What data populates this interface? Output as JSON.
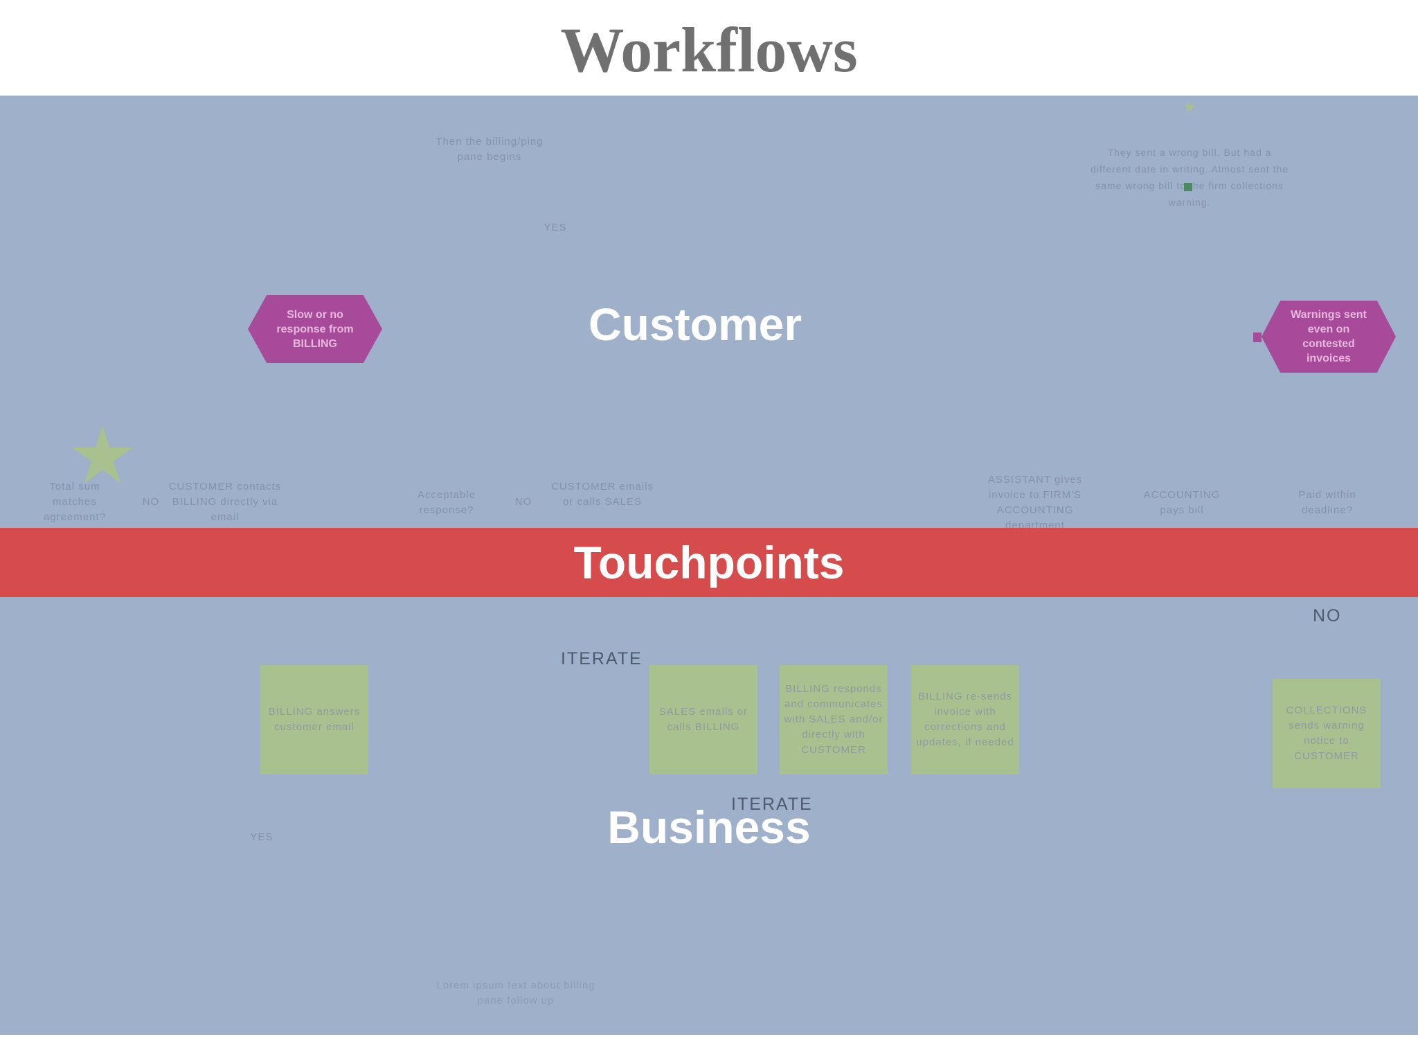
{
  "title": "Workflows",
  "lanes": {
    "customer": "Customer",
    "touchpoints": "Touchpoints",
    "business": "Business"
  },
  "customer_lane": {
    "top_note_left": "Then the billing/ping pane begins",
    "top_note_right": "They sent a wrong bill. But had a different date in writing. Almost sent the same wrong bill to the firm collections warning.",
    "yes_label": "YES",
    "step_total_sum": "Total sum matches agreement?",
    "no_label_1": "NO",
    "step_customer_contacts": "CUSTOMER contacts BILLING directly via email",
    "step_acceptable": "Acceptable response?",
    "no_label_2": "NO",
    "step_customer_emails": "CUSTOMER emails or calls SALES",
    "step_assistant": "ASSISTANT gives invoice to FIRM'S ACCOUNTING department",
    "step_accounting": "ACCOUNTING pays bill",
    "step_paid": "Paid within deadline?"
  },
  "pain_points": [
    "Slow or no response from BILLING",
    "Warnings sent even on contested invoices"
  ],
  "business_lane": {
    "no_label": "NO",
    "iterate_1": "ITERATE",
    "iterate_2": "ITERATE",
    "yes_label": "YES",
    "notes": [
      "BILLING answers customer email",
      "SALES emails or calls BILLING",
      "BILLING responds and communicates with SALES and/or directly with CUSTOMER",
      "BILLING re-sends invoice with corrections and updates, if needed",
      "COLLECTIONS sends warning notice to CUSTOMER"
    ],
    "bottom_note": "Lorem ipsum text about billing pane follow up"
  },
  "colors": {
    "canvas": "#9eb0ca",
    "touchpoints_band": "#d64b4b",
    "sticky_note": "#a9c18f",
    "pain_point": "#a84a9a",
    "star": "#a9c18f"
  }
}
